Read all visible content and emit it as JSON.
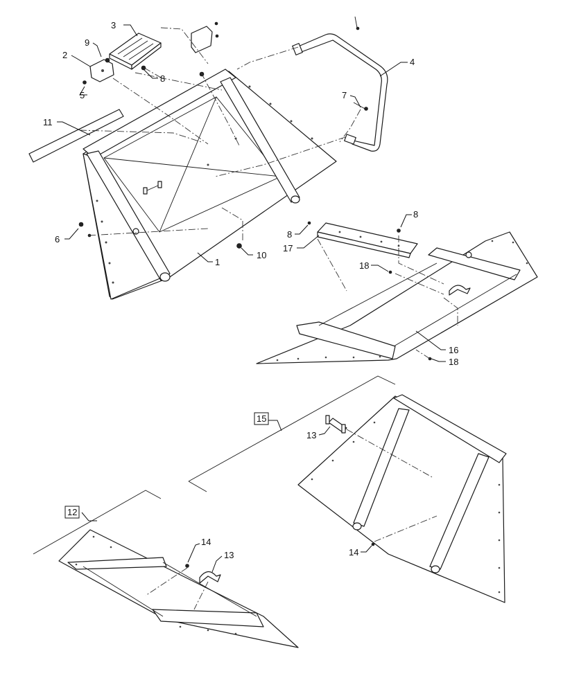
{
  "callouts": {
    "c1": "1",
    "c2": "2",
    "c3": "3",
    "c4": "4",
    "c5": "5",
    "c6": "6",
    "c7": "7",
    "c8a": "8",
    "c8b": "8",
    "c8c": "8",
    "c9": "9",
    "c10": "10",
    "c11": "11",
    "c12": "12",
    "c13a": "13",
    "c13b": "13",
    "c14a": "14",
    "c14b": "14",
    "c15": "15",
    "c16": "16",
    "c17": "17",
    "c18a": "18",
    "c18b": "18"
  }
}
